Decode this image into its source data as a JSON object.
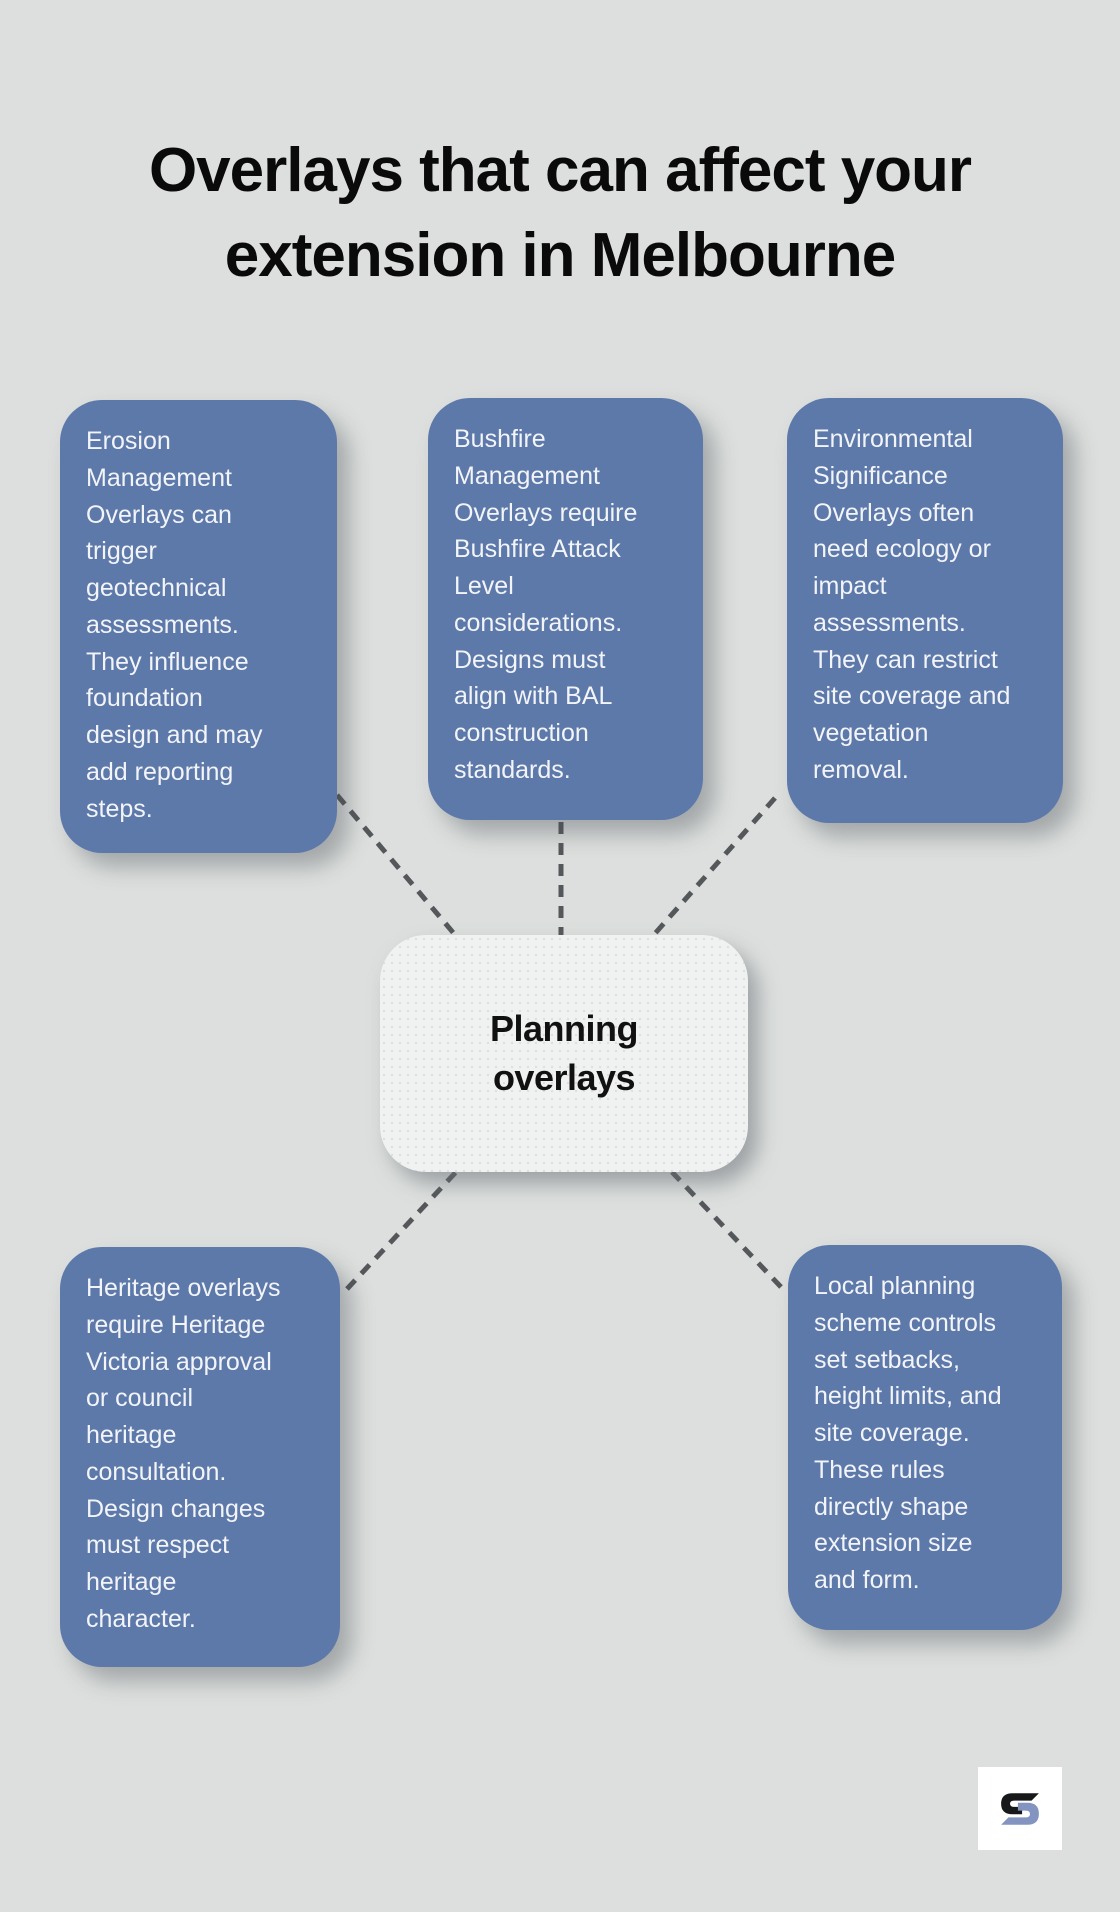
{
  "title": "Overlays that can affect your\nextension in Melbourne",
  "center_node": {
    "label": "Planning\noverlays"
  },
  "nodes": [
    {
      "id": "erosion-management-overlay",
      "text": "Erosion\nManagement\nOverlays can\ntrigger\ngeotechnical\nassessments.\nThey influence\nfoundation\ndesign and may\nadd reporting\nsteps."
    },
    {
      "id": "bushfire-management-overlay",
      "text": "Bushfire\nManagement\nOverlays require\nBushfire Attack\nLevel\nconsiderations.\nDesigns must\nalign with BAL\nconstruction\nstandards."
    },
    {
      "id": "environmental-significance-overlay",
      "text": "Environmental\nSignificance\nOverlays often\nneed ecology or\nimpact\nassessments.\nThey can restrict\nsite coverage and\nvegetation\nremoval."
    },
    {
      "id": "heritage-overlay",
      "text": "Heritage overlays\nrequire Heritage\nVictoria approval\nor council\nheritage\nconsultation.\nDesign changes\nmust respect\nheritage\ncharacter."
    },
    {
      "id": "local-planning-scheme",
      "text": "Local planning\nscheme controls\nset setbacks,\nheight limits, and\nsite coverage.\nThese rules\ndirectly shape\nextension size\nand form."
    }
  ],
  "colors": {
    "background": "#dcdfdd",
    "node_fill": "#5d79aa",
    "node_text": "#f2f4f8",
    "center_fill": "#f0f1f1",
    "title_text": "#0a0a0a",
    "connector": "#55585a",
    "logo_dark": "#16181a",
    "logo_blue": "#8494c0"
  },
  "logo": {
    "icon": "s-monogram-logo"
  }
}
